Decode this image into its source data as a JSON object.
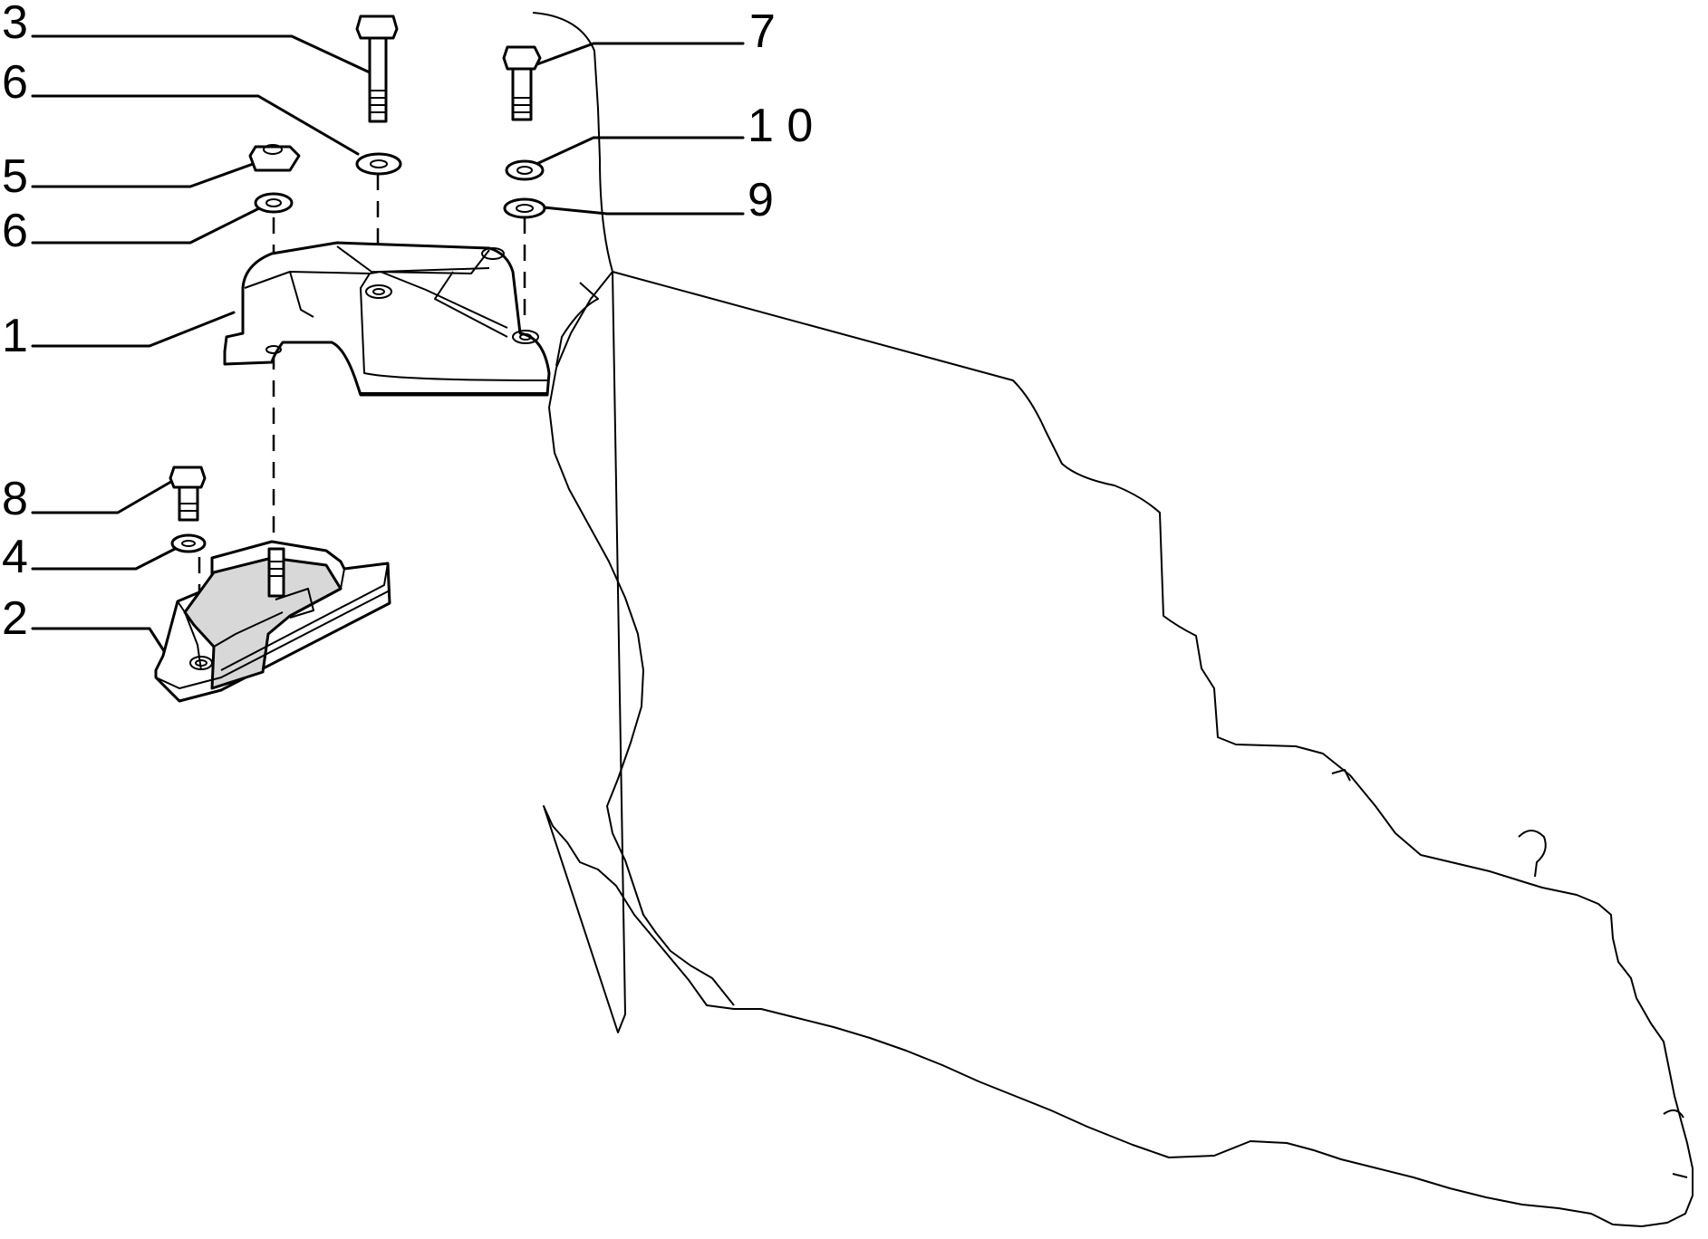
{
  "callouts": [
    {
      "id": "c3",
      "label": "3"
    },
    {
      "id": "c6a",
      "label": "6"
    },
    {
      "id": "c5",
      "label": "5"
    },
    {
      "id": "c6b",
      "label": "6"
    },
    {
      "id": "c1",
      "label": "1"
    },
    {
      "id": "c8",
      "label": "8"
    },
    {
      "id": "c4",
      "label": "4"
    },
    {
      "id": "c2",
      "label": "2"
    },
    {
      "id": "c7",
      "label": "7"
    },
    {
      "id": "c10",
      "label": "1 0"
    },
    {
      "id": "c9",
      "label": "9"
    }
  ]
}
